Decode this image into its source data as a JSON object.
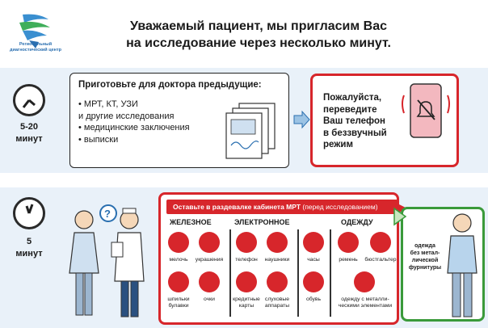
{
  "header": {
    "logo_text": "Региональный диагностический центр",
    "title_line1": "Уважаемый пациент, мы пригласим Вас",
    "title_line2": "на исследование через несколько минут."
  },
  "step1": {
    "time_line1": "5-20",
    "time_line2": "минут",
    "prep_title": "Приготовьте для доктора предыдущие:",
    "prep_items": [
      "• МРТ, КТ, УЗИ",
      "   и другие исследования",
      "• медицинские заключения",
      "• выписки"
    ],
    "silent_lines": [
      "Пожалуйста,",
      "переведите",
      "Ваш телефон",
      "в беззвучный",
      "режим"
    ]
  },
  "step2": {
    "time_line1": "5",
    "time_line2": "минут",
    "banner_bold": "Оставьте в раздевалке кабинета МРТ",
    "banner_normal": " (перед исследованием)",
    "categories": {
      "iron": "ЖЕЛЕЗНОЕ",
      "electronic": "ЭЛЕКТРОННОЕ",
      "clothes": "ОДЕЖДУ"
    },
    "items": {
      "coins": "мелочь",
      "jewelry": "украшения",
      "phone": "телефон",
      "headphones": "наушники",
      "watch": "часы",
      "belt": "ремень",
      "bra": "бюстгальтер",
      "pins_1": "шпильки",
      "pins_2": "булавки",
      "glasses": "очки",
      "cards_1": "кредитные",
      "cards_2": "карты",
      "hearing_1": "слуховые",
      "hearing_2": "аппараты",
      "shoes": "обувь",
      "metal_clothes_1": "одежду с металли-",
      "metal_clothes_2": "ческими элементами"
    },
    "allowed_lines": [
      "одежда",
      "без метал-",
      "лической",
      "фурнитуры"
    ]
  },
  "colors": {
    "accent_red": "#d7262b",
    "accent_green": "#3a9a3a",
    "band_blue": "#e9f1f9",
    "brand_blue": "#2a6fb0"
  }
}
